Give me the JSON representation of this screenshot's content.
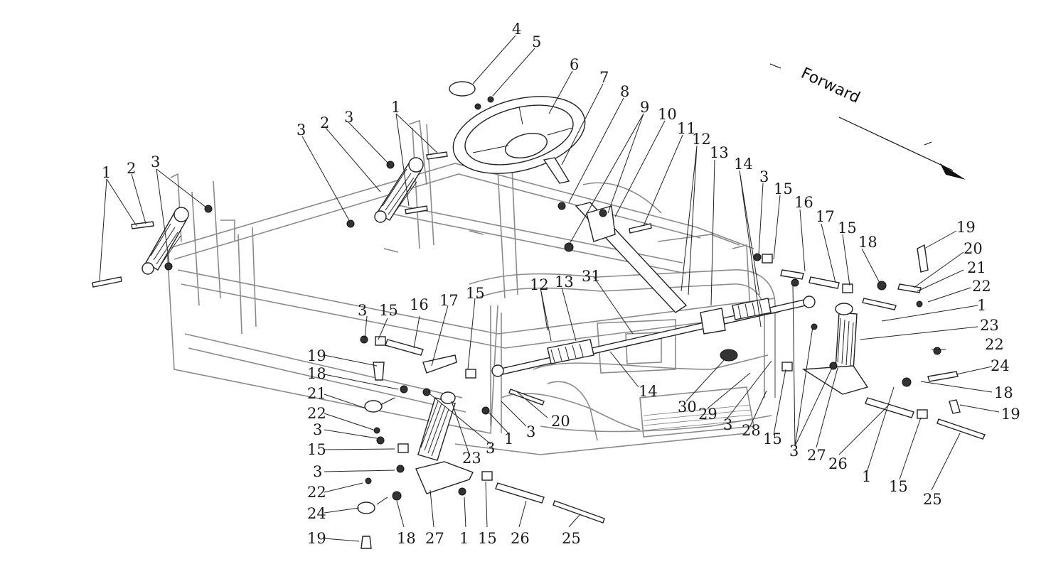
{
  "direction_label": "Forward",
  "callouts": [
    {
      "id": "c1",
      "text": "4"
    },
    {
      "id": "c2",
      "text": "5"
    },
    {
      "id": "c3",
      "text": "6"
    },
    {
      "id": "c4",
      "text": "7"
    },
    {
      "id": "c5",
      "text": "8"
    },
    {
      "id": "c6",
      "text": "9"
    },
    {
      "id": "c7",
      "text": "10"
    },
    {
      "id": "c8",
      "text": "11"
    },
    {
      "id": "c9",
      "text": "12"
    },
    {
      "id": "c10",
      "text": "13"
    },
    {
      "id": "c11",
      "text": "14"
    },
    {
      "id": "c12",
      "text": "3"
    },
    {
      "id": "c13",
      "text": "15"
    },
    {
      "id": "c14",
      "text": "16"
    },
    {
      "id": "c15",
      "text": "17"
    },
    {
      "id": "c16",
      "text": "15"
    },
    {
      "id": "c17",
      "text": "18"
    },
    {
      "id": "c18",
      "text": "19"
    },
    {
      "id": "c19",
      "text": "20"
    },
    {
      "id": "c20",
      "text": "21"
    },
    {
      "id": "c21",
      "text": "22"
    },
    {
      "id": "c22",
      "text": "1"
    },
    {
      "id": "c23",
      "text": "23"
    },
    {
      "id": "c24",
      "text": "22"
    },
    {
      "id": "c25",
      "text": "24"
    },
    {
      "id": "c26",
      "text": "18"
    },
    {
      "id": "c27",
      "text": "19"
    },
    {
      "id": "c28",
      "text": "25"
    },
    {
      "id": "c29",
      "text": "15"
    },
    {
      "id": "c30",
      "text": "1"
    },
    {
      "id": "c31",
      "text": "26"
    },
    {
      "id": "c32",
      "text": "27"
    },
    {
      "id": "c33",
      "text": "3"
    },
    {
      "id": "c34",
      "text": "15"
    },
    {
      "id": "c35",
      "text": "28"
    },
    {
      "id": "c36",
      "text": "3"
    },
    {
      "id": "c37",
      "text": "29"
    },
    {
      "id": "c38",
      "text": "30"
    },
    {
      "id": "c39",
      "text": "14"
    },
    {
      "id": "c40",
      "text": "31"
    },
    {
      "id": "c41",
      "text": "12"
    },
    {
      "id": "c42",
      "text": "13"
    },
    {
      "id": "c43",
      "text": "15"
    },
    {
      "id": "c44",
      "text": "17"
    },
    {
      "id": "c45",
      "text": "16"
    },
    {
      "id": "c46",
      "text": "15"
    },
    {
      "id": "c47",
      "text": "3"
    },
    {
      "id": "c48",
      "text": "19"
    },
    {
      "id": "c49",
      "text": "18"
    },
    {
      "id": "c50",
      "text": "21"
    },
    {
      "id": "c51",
      "text": "22"
    },
    {
      "id": "c52",
      "text": "3"
    },
    {
      "id": "c53",
      "text": "15"
    },
    {
      "id": "c54",
      "text": "3"
    },
    {
      "id": "c55",
      "text": "22"
    },
    {
      "id": "c56",
      "text": "24"
    },
    {
      "id": "c57",
      "text": "19"
    },
    {
      "id": "c58",
      "text": "18"
    },
    {
      "id": "c59",
      "text": "27"
    },
    {
      "id": "c60",
      "text": "1"
    },
    {
      "id": "c61",
      "text": "15"
    },
    {
      "id": "c62",
      "text": "26"
    },
    {
      "id": "c63",
      "text": "25"
    },
    {
      "id": "c64",
      "text": "23"
    },
    {
      "id": "c65",
      "text": "3"
    },
    {
      "id": "c66",
      "text": "1"
    },
    {
      "id": "c67",
      "text": "3"
    },
    {
      "id": "c68",
      "text": "20"
    },
    {
      "id": "c69",
      "text": "1"
    },
    {
      "id": "c70",
      "text": "2"
    },
    {
      "id": "c71",
      "text": "3"
    },
    {
      "id": "c72",
      "text": "3"
    },
    {
      "id": "c73",
      "text": "2"
    },
    {
      "id": "c74",
      "text": "3"
    },
    {
      "id": "c75",
      "text": "1"
    }
  ]
}
